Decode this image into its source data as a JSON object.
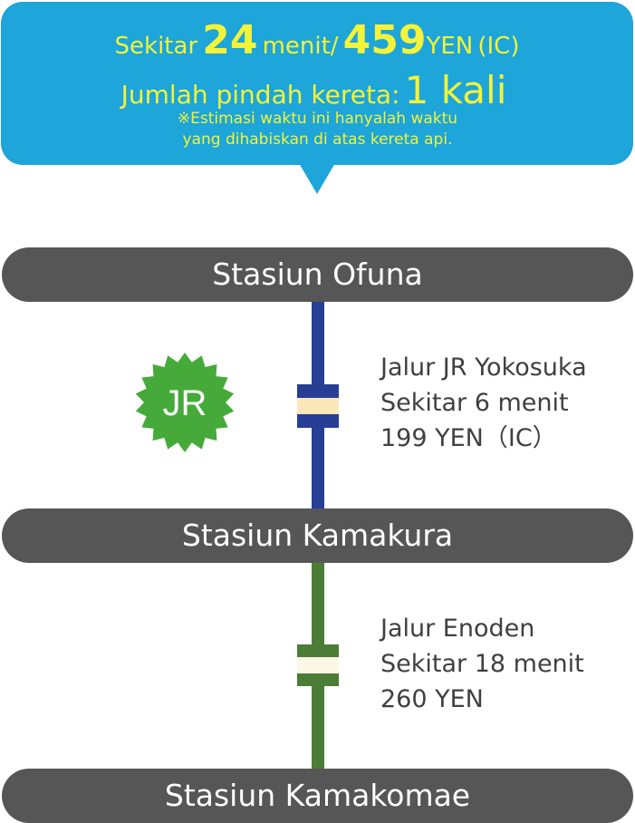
{
  "summary": {
    "about": "Sekitar",
    "minutes": "24",
    "minutes_unit": "menit/",
    "fare": "459",
    "fare_unit": "YEN",
    "fare_type": "(IC)",
    "transfer_label": "Jumlah pindah kereta:",
    "transfer_count": "1 kali",
    "note_line1": "※Estimasi waktu ini hanyalah waktu",
    "note_line2": "yang dihabiskan di atas kereta api."
  },
  "stations": [
    {
      "name": "Stasiun Ofuna"
    },
    {
      "name": "Stasiun Kamakura"
    },
    {
      "name": "Stasiun Kamakomae"
    }
  ],
  "routes": [
    {
      "line": "Jalur JR Yokosuka",
      "time": "Sekitar 6 menit",
      "fare": "199 YEN（IC）",
      "color": "#273e94",
      "stripe_color": "#fbe7b9"
    },
    {
      "line": "Jalur Enoden",
      "time": "Sekitar 18 menit",
      "fare": "260 YEN",
      "color": "#4b7d36",
      "stripe_color": "#fcf6e6"
    }
  ],
  "jr_badge": {
    "text": "JR",
    "color": "#45aa3a"
  }
}
